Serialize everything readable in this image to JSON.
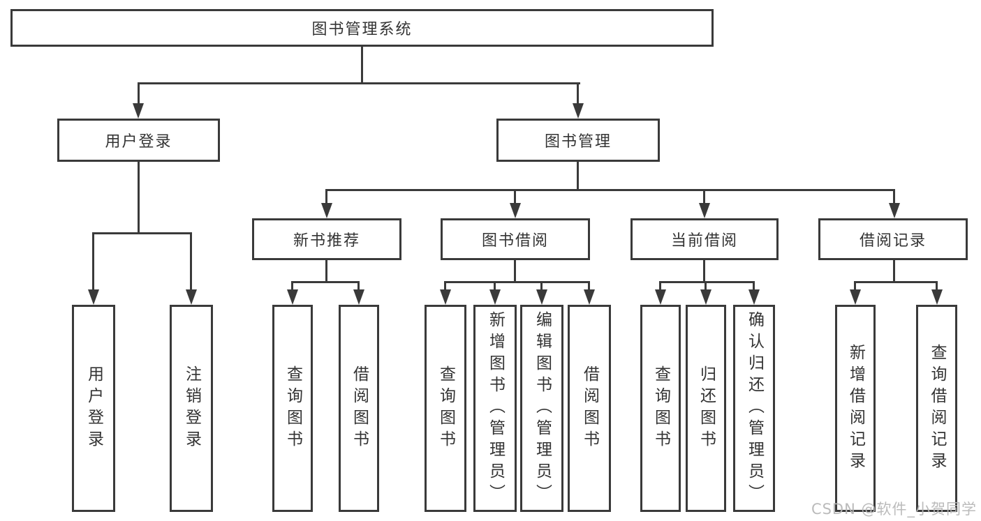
{
  "diagram": {
    "type": "tree",
    "root": {
      "label": "图书管理系统",
      "children": [
        {
          "label": "用户登录",
          "children": [
            {
              "label": "用户登录"
            },
            {
              "label": "注销登录"
            }
          ]
        },
        {
          "label": "图书管理",
          "children": [
            {
              "label": "新书推荐",
              "children": [
                {
                  "label": "查询图书"
                },
                {
                  "label": "借阅图书"
                }
              ]
            },
            {
              "label": "图书借阅",
              "children": [
                {
                  "label": "查询图书"
                },
                {
                  "label": "新增图书（管理员）"
                },
                {
                  "label": "编辑图书（管理员）"
                },
                {
                  "label": "借阅图书"
                }
              ]
            },
            {
              "label": "当前借阅",
              "children": [
                {
                  "label": "查询图书"
                },
                {
                  "label": "归还图书"
                },
                {
                  "label": "确认归还（管理员）"
                }
              ]
            },
            {
              "label": "借阅记录",
              "children": [
                {
                  "label": "新增借阅记录"
                },
                {
                  "label": "查询借阅记录"
                }
              ]
            }
          ]
        }
      ]
    },
    "line_color": "#3a3a3a",
    "text_color": "#333333"
  },
  "watermark": "CSDN @软件_小贺同学"
}
